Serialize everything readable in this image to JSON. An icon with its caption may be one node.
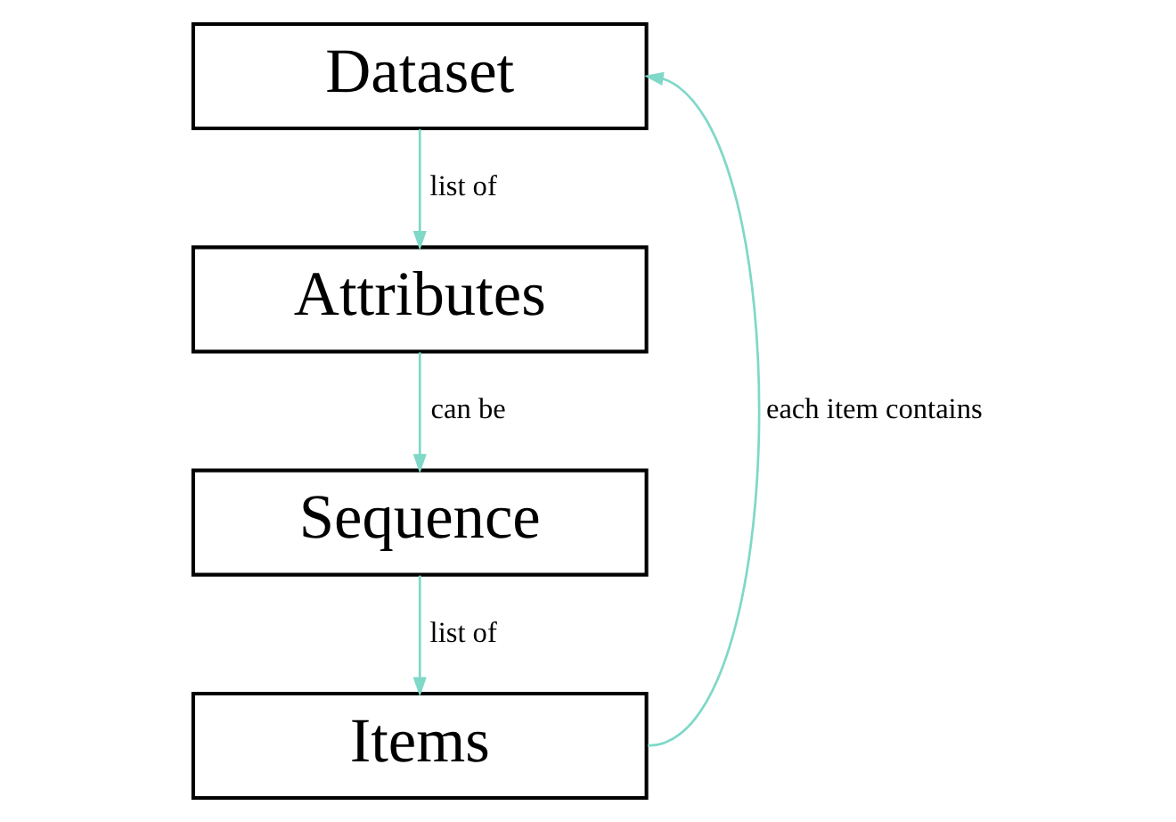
{
  "diagram": {
    "nodes": [
      {
        "text": [
          "Dataset"
        ]
      },
      {
        "text": [
          "Attributes"
        ]
      },
      {
        "text": [
          "Sequence"
        ]
      },
      {
        "text": [
          "Items"
        ]
      }
    ],
    "edges": [
      {
        "from": 0,
        "to": 1,
        "arrow": "to",
        "label": "list of"
      },
      {
        "from": 1,
        "to": 2,
        "arrow": "to",
        "label": "can be"
      },
      {
        "from": 2,
        "to": 3,
        "arrow": "to",
        "label": "list of"
      },
      {
        "from": 3,
        "to": 0,
        "arrow": "to",
        "label": "each item contains"
      }
    ]
  }
}
